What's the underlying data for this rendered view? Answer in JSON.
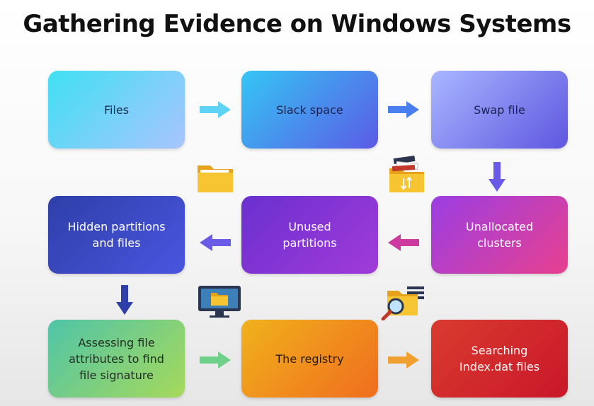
{
  "title": "Gathering Evidence on Windows Systems",
  "boxes": [
    {
      "label": "Files",
      "gradient": [
        "#3fe0f2",
        "#a9c4ff"
      ],
      "text_color": "#1b2a4a"
    },
    {
      "label": "Slack space",
      "gradient": [
        "#35c6f4",
        "#5b5be6"
      ],
      "text_color": "#1b2250"
    },
    {
      "label": "Swap file",
      "gradient": [
        "#a8b7ff",
        "#5f56e0"
      ],
      "text_color": "#1b2250"
    },
    {
      "label": "Unallocated\nclusters",
      "gradient": [
        "#9b3ee3",
        "#e8408f"
      ],
      "text_color": "#ffffff"
    },
    {
      "label": "Unused\npartitions",
      "gradient": [
        "#6a2fcf",
        "#a13bd9"
      ],
      "text_color": "#ffffff"
    },
    {
      "label": "Hidden partitions\nand files",
      "gradient": [
        "#2f3fa8",
        "#4a55e0"
      ],
      "text_color": "#ffffff"
    },
    {
      "label": "Assessing file\nattributes to find\nfile signature",
      "gradient": [
        "#4fc4a8",
        "#a6d95b"
      ],
      "text_color": "#1e2e1e"
    },
    {
      "label": "The registry",
      "gradient": [
        "#f0b21c",
        "#f06d1e"
      ],
      "text_color": "#2a1a0a"
    },
    {
      "label": "Searching\nIndex.dat files",
      "gradient": [
        "#d93b2e",
        "#c9172a"
      ],
      "text_color": "#ffffff"
    }
  ],
  "colors": {
    "arrow_cyan": "#5fd3f5",
    "arrow_blue": "#4a7ff0",
    "arrow_purple": "#6a5ae8",
    "arrow_magenta": "#cc3aa0",
    "arrow_navy": "#2f3fa8",
    "arrow_green": "#6fd08a",
    "arrow_orange": "#f0a030",
    "folder_yellow": "#f7c531"
  },
  "icons": [
    "folder-icon",
    "folder-files-icon",
    "monitor-folder-icon",
    "folder-search-icon"
  ]
}
